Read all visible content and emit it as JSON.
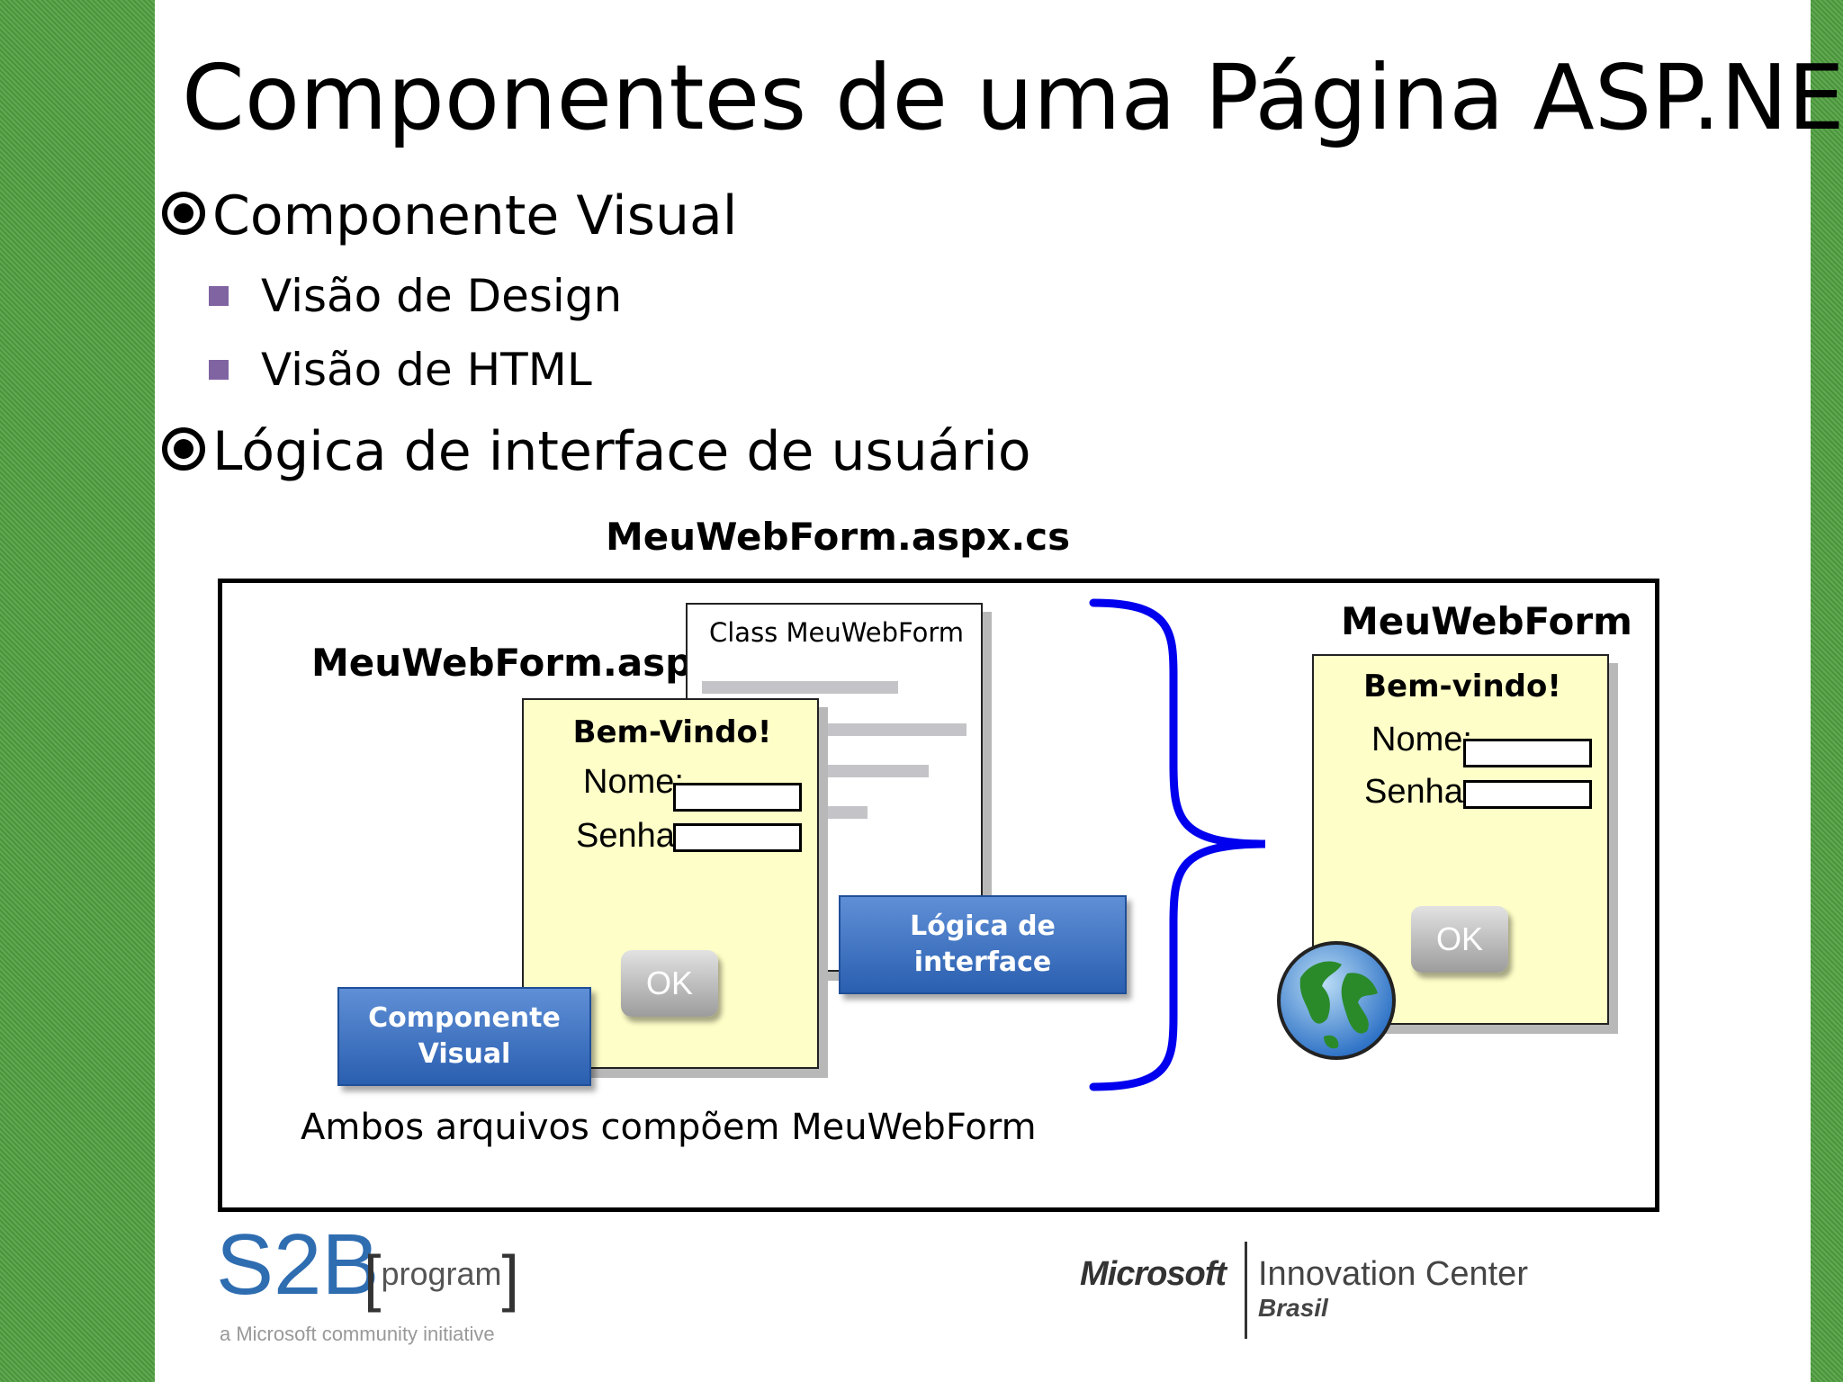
{
  "slide": {
    "title": "Componentes de uma Página ASP.NET",
    "bullets": [
      {
        "text": "Componente Visual",
        "sub": [
          "Visão de Design",
          "Visão de HTML"
        ]
      },
      {
        "text": "Lógica de interface de usuário"
      }
    ]
  },
  "diagram": {
    "cs_file_label": "MeuWebForm.aspx.cs",
    "aspx_file_label": "MeuWebForm.aspx",
    "class_label": "Class MeuWebForm",
    "form_left": {
      "heading": "Bem-Vindo!",
      "nome_label": "Nome:",
      "senha_label": "Senha:",
      "ok_label": "OK"
    },
    "componente_visual_label_line1": "Componente",
    "componente_visual_label_line2": "Visual",
    "logica_label": "Lógica de interface",
    "result_title": "MeuWebForm",
    "form_right": {
      "heading": "Bem-vindo!",
      "nome_label": "Nome:",
      "senha_label": "Senha:",
      "ok_label": "OK"
    },
    "caption": "Ambos arquivos compõem MeuWebForm"
  },
  "footer": {
    "s2b_logo": "S2B",
    "s2b_program": "program",
    "s2b_tagline": "a Microsoft community initiative",
    "ms_logo": "Microsoft",
    "innovation_center": "Innovation Center",
    "brasil": "Brasil"
  },
  "colors": {
    "side_green": "#4f9e3f",
    "bullet_purple": "#8064a2",
    "brace_blue": "#0000ee",
    "form_yellow": "#fefec8",
    "box_blue": "#2a5fb0"
  }
}
